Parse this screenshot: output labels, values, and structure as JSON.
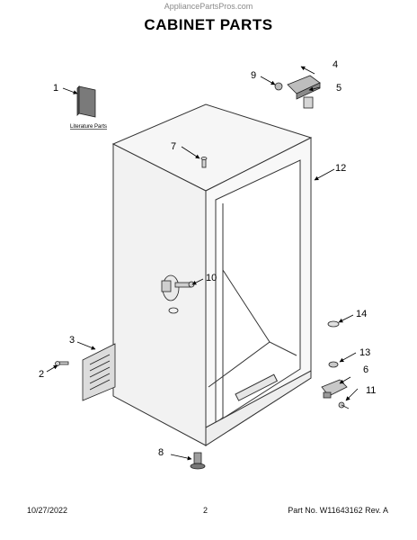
{
  "watermark": "AppliancePartsPros.com",
  "title": "CABINET PARTS",
  "literature_label": "Literature Parts",
  "callouts": [
    "1",
    "2",
    "3",
    "4",
    "5",
    "6",
    "7",
    "8",
    "9",
    "10",
    "11",
    "12",
    "13",
    "14"
  ],
  "footer": {
    "date": "10/27/2022",
    "page": "2",
    "part_rev": "Part No. W11643162  Rev. A"
  }
}
